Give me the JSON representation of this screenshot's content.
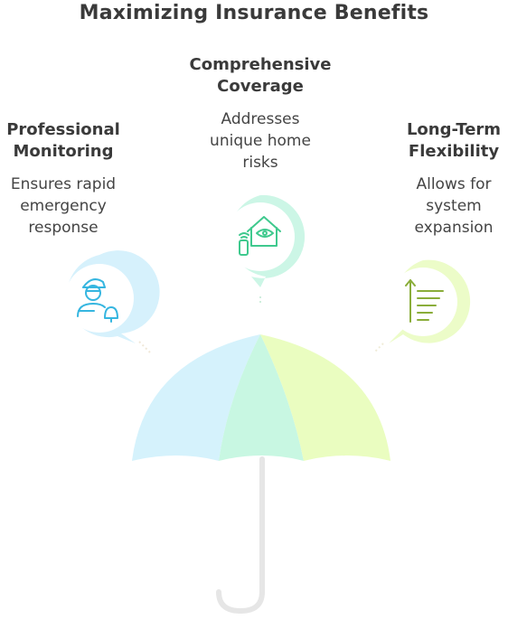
{
  "title": "Maximizing Insurance Benefits",
  "items": [
    {
      "heading_line1": "Professional",
      "heading_line2": "Monitoring",
      "body_line1": "Ensures rapid",
      "body_line2": "emergency",
      "body_line3": "response",
      "icon": "guard-with-bell-icon",
      "color": "#36b6e0",
      "bubble": "#d6f1fc"
    },
    {
      "heading_line1": "Comprehensive",
      "heading_line2": "Coverage",
      "body_line1": "Addresses",
      "body_line2": "unique home",
      "body_line3": "risks",
      "icon": "smart-home-icon",
      "color": "#3fc98e",
      "bubble": "#ccf6e6"
    },
    {
      "heading_line1": "Long-Term",
      "heading_line2": "Flexibility",
      "body_line1": "Allows for",
      "body_line2": "system",
      "body_line3": "expansion",
      "icon": "growth-lines-icon",
      "color": "#8aad3a",
      "bubble": "#ecfcc8"
    }
  ],
  "colors": {
    "left_panel": "#d5f2fc",
    "middle_panel": "#c8f7e2",
    "right_panel": "#eafdc0",
    "handle": "#e6e6e6"
  }
}
